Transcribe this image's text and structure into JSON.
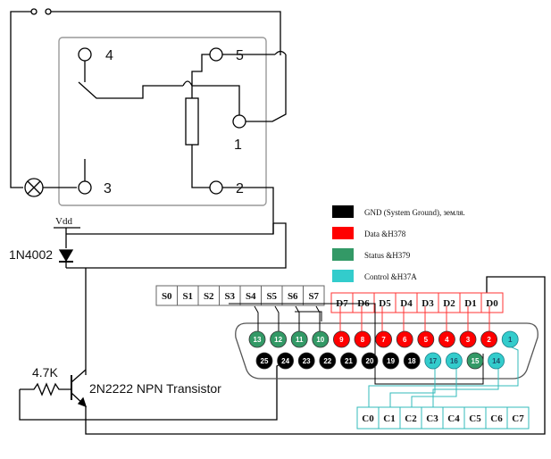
{
  "relay": {
    "pins": [
      "1",
      "2",
      "3",
      "4",
      "5"
    ]
  },
  "labels": {
    "vdd": "Vdd",
    "diode": "1N4002",
    "resistor": "4.7K",
    "transistor": "2N2222 NPN Transistor"
  },
  "legend": [
    {
      "label": "GND (System Ground), земля.",
      "color": "#000000"
    },
    {
      "label": "Data &H378",
      "color": "#ff0000"
    },
    {
      "label": "Status &H379",
      "color": "#339966"
    },
    {
      "label": "Control &H37A",
      "color": "#33cccc"
    }
  ],
  "registers": {
    "status": [
      "S0",
      "S1",
      "S2",
      "S3",
      "S4",
      "S5",
      "S6",
      "S7"
    ],
    "data": [
      "D7",
      "D6",
      "D5",
      "D4",
      "D3",
      "D2",
      "D1",
      "D0"
    ],
    "control": [
      "C0",
      "C1",
      "C2",
      "C3",
      "C4",
      "C5",
      "C6",
      "C7"
    ]
  },
  "connector": {
    "top_row": [
      {
        "pin": "13",
        "group": "status"
      },
      {
        "pin": "12",
        "group": "status"
      },
      {
        "pin": "11",
        "group": "status"
      },
      {
        "pin": "10",
        "group": "status"
      },
      {
        "pin": "9",
        "group": "data"
      },
      {
        "pin": "8",
        "group": "data"
      },
      {
        "pin": "7",
        "group": "data"
      },
      {
        "pin": "6",
        "group": "data"
      },
      {
        "pin": "5",
        "group": "data"
      },
      {
        "pin": "4",
        "group": "data"
      },
      {
        "pin": "3",
        "group": "data"
      },
      {
        "pin": "2",
        "group": "data"
      },
      {
        "pin": "1",
        "group": "control"
      }
    ],
    "bottom_row": [
      {
        "pin": "25",
        "group": "gnd"
      },
      {
        "pin": "24",
        "group": "gnd"
      },
      {
        "pin": "23",
        "group": "gnd"
      },
      {
        "pin": "22",
        "group": "gnd"
      },
      {
        "pin": "21",
        "group": "gnd"
      },
      {
        "pin": "20",
        "group": "gnd"
      },
      {
        "pin": "19",
        "group": "gnd"
      },
      {
        "pin": "18",
        "group": "gnd"
      },
      {
        "pin": "17",
        "group": "control"
      },
      {
        "pin": "16",
        "group": "control"
      },
      {
        "pin": "15",
        "group": "status"
      },
      {
        "pin": "14",
        "group": "control"
      }
    ]
  },
  "colors": {
    "gnd": "#000000",
    "data": "#ff0000",
    "status": "#339966",
    "control": "#33cccc",
    "data_box": "#ff3333",
    "control_box": "#33bbbb",
    "relay_frame": "#999999",
    "wire": "#000000"
  }
}
